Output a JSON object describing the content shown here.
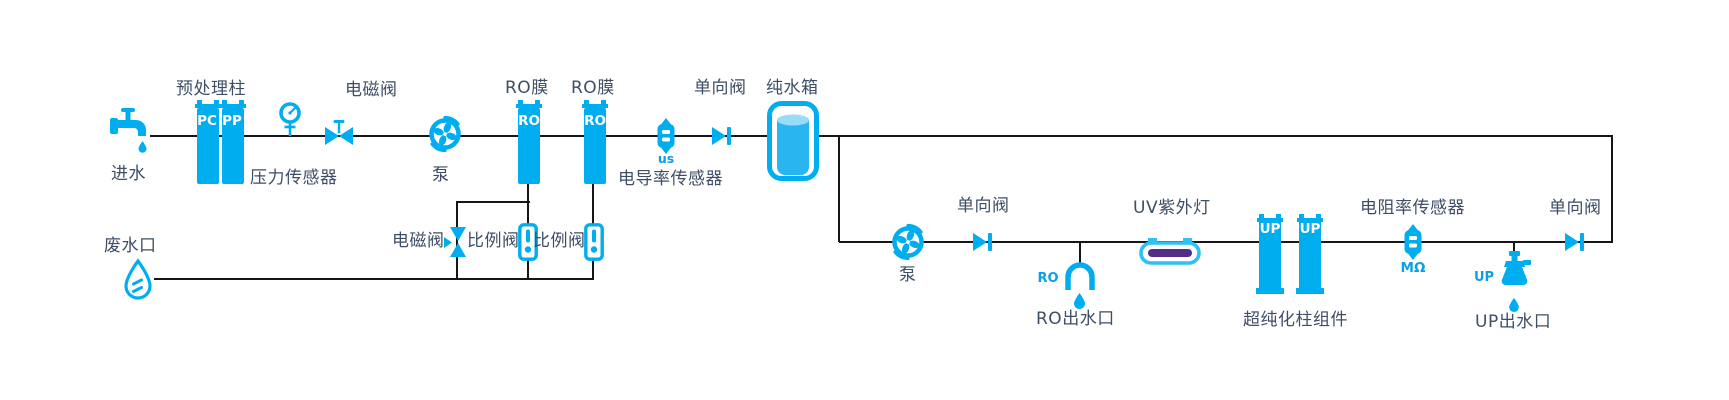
{
  "colors": {
    "icon_blue": "#00AEEF",
    "uv_outline_blue": "#2FC1F2",
    "water_fill": "#29B5F0",
    "water_surface": "#98DCF7",
    "uv_purple": "#562D86",
    "label_dark": "#3D4E66",
    "badge_blue": "#0C9FE8",
    "pipe_black": "#14161a"
  },
  "top_row": {
    "inlet_label": "进水",
    "pretreatment_label": "预处理柱",
    "pretreatment_badge_1": "PC",
    "pretreatment_badge_2": "PP",
    "pressure_sensor_label": "压力传感器",
    "solenoid_valve_label": "电磁阀",
    "pump_label": "泵",
    "ro_membrane_label_1": "RO膜",
    "ro_membrane_label_2": "RO膜",
    "ro_badge_1": "RO",
    "ro_badge_2": "RO",
    "conductivity_unit_badge": "us",
    "conductivity_sensor_label": "电导率传感器",
    "check_valve_label": "单向阀",
    "tank_label": "纯水箱"
  },
  "waste_row": {
    "waste_outlet_label": "废水口",
    "solenoid_valve_label": "电磁阀",
    "proportional_valve_label_1": "比例阀",
    "proportional_valve_label_2": "比例阀"
  },
  "loop_row": {
    "pump_label": "泵",
    "check_valve_left_label": "单向阀",
    "ro_tap_badge": "RO",
    "ro_outlet_label": "RO出水口",
    "uv_lamp_label": "UV紫外灯",
    "up_badge_1": "UP",
    "up_badge_2": "UP",
    "up_columns_label": "超纯化柱组件",
    "resistivity_sensor_label": "电阻率传感器",
    "resistivity_unit_badge": "MΩ",
    "up_tap_badge": "UP",
    "up_outlet_label": "UP出水口",
    "check_valve_right_label": "单向阀"
  }
}
